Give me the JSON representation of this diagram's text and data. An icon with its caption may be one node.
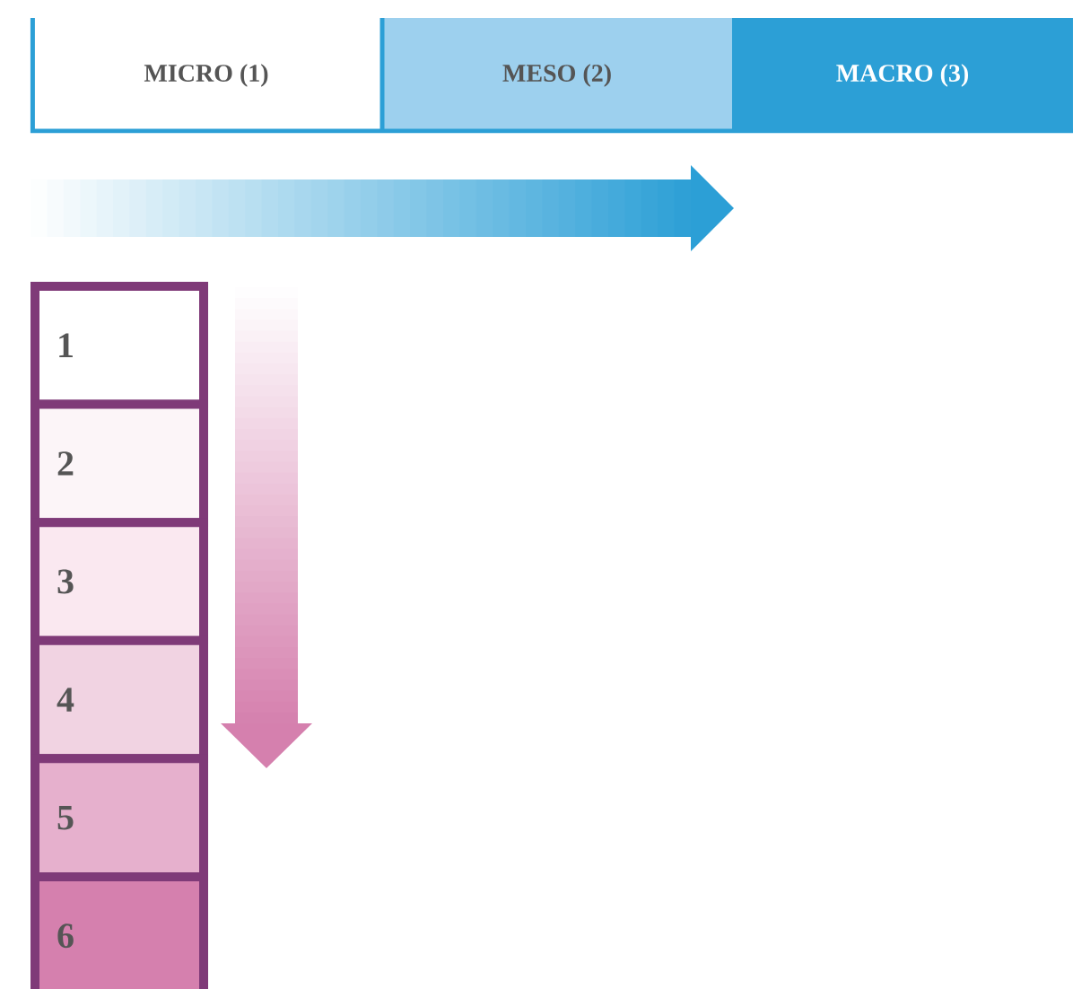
{
  "diagram": {
    "nodes": [
      {
        "text": [
          "MICRO (1)"
        ]
      },
      {
        "text": [
          "MESO (2)"
        ]
      },
      {
        "text": [
          "MACRO (3)"
        ]
      },
      {
        "text": [
          "1"
        ]
      },
      {
        "text": [
          "2"
        ]
      },
      {
        "text": [
          "3"
        ]
      },
      {
        "text": [
          "4"
        ]
      },
      {
        "text": [
          "5"
        ]
      },
      {
        "text": [
          "6"
        ]
      }
    ]
  }
}
